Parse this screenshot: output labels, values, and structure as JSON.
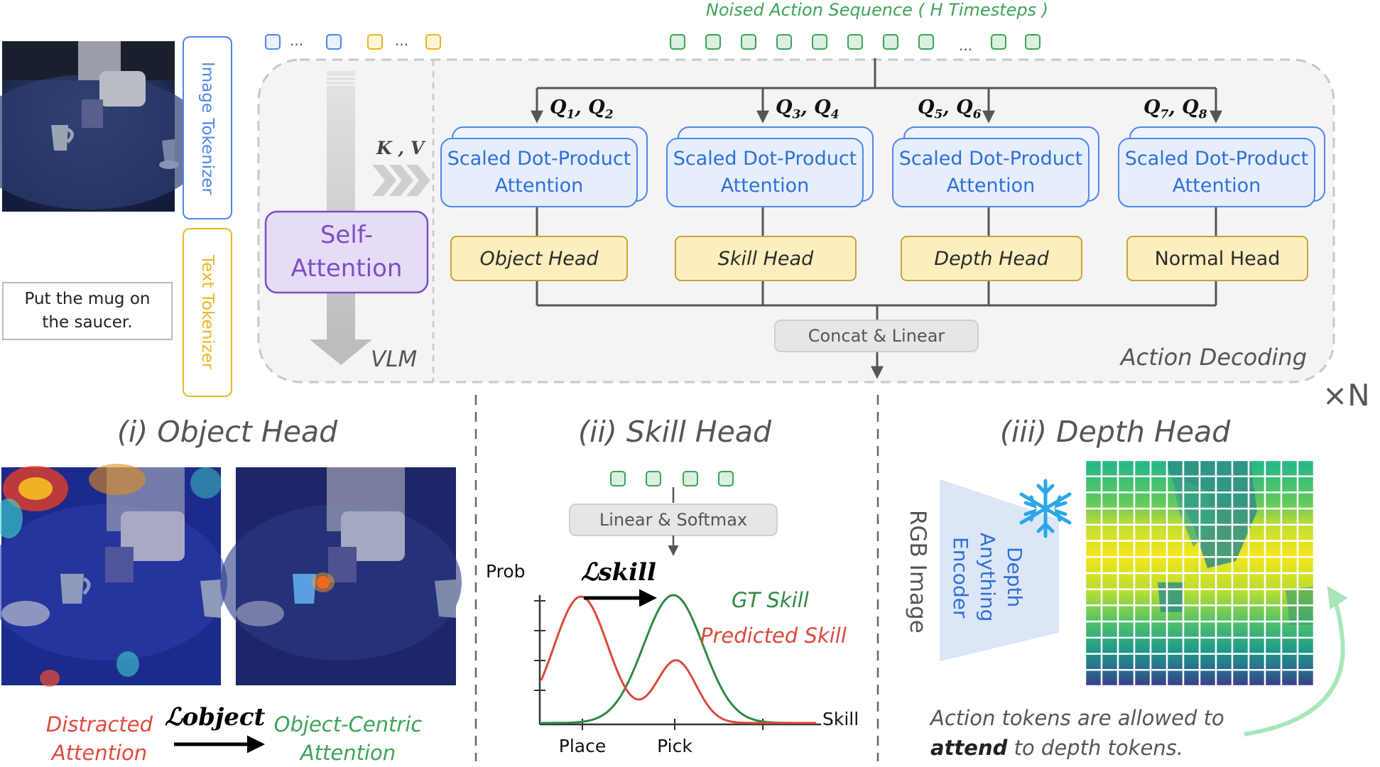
{
  "top": {
    "noised_sequence_label": "Noised Action Sequence ( H Timesteps )",
    "ellipsis": "...",
    "image_tokenizer": "Image Tokenizer",
    "text_tokenizer": "Text Tokenizer",
    "instruction": "Put the mug on the saucer.",
    "kv_label": "K , V",
    "self_attention": "Self-Attention",
    "vlm_label": "VLM",
    "action_decoding_label": "Action Decoding",
    "times_n": "×N",
    "concat_linear": "Concat & Linear",
    "sdpa_label": "Scaled Dot-Product Attention",
    "q_labels": [
      "Q1, Q2",
      "Q3, Q4",
      "Q5, Q6",
      "Q7, Q8"
    ],
    "heads": [
      "Object Head",
      "Skill Head",
      "Depth Head",
      "Normal Head"
    ]
  },
  "object_head": {
    "title": "(i) Object Head",
    "distracted": "Distracted Attention",
    "object_centric": "Object-Centric Attention",
    "loss": "ℒobject"
  },
  "skill_head": {
    "title": "(ii) Skill Head",
    "linear_softmax": "Linear & Softmax",
    "loss": "ℒskill",
    "gt_skill": "GT Skill",
    "pred_skill": "Predicted Skill",
    "ylabel": "Prob",
    "xlabel": "Skill",
    "x_ticks": [
      "Place",
      "Pick"
    ]
  },
  "depth_head": {
    "title": "(iii) Depth Head",
    "rgb_image": "RGB Image",
    "encoder": "Depth Anything Encoder",
    "note_line1": "Action tokens are allowed to",
    "note_bold": "attend",
    "note_line2_rest": " to depth tokens."
  },
  "colors": {
    "blue": "#4f86e8",
    "green": "#3ea35a",
    "red": "#e04a3c",
    "yellow": "#e8b820",
    "purple": "#7b4fc4"
  }
}
